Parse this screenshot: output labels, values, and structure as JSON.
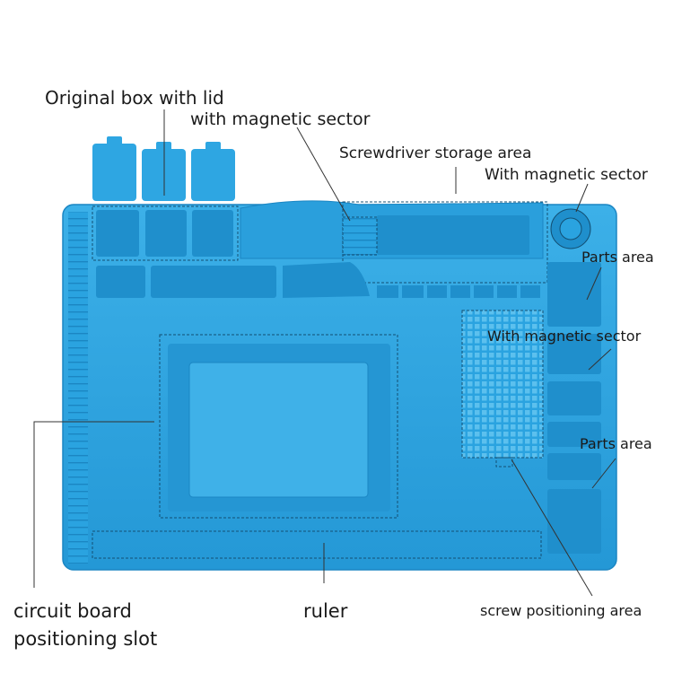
{
  "labels": {
    "original_box": "Original box with lid",
    "magnetic_sector_top": "with magnetic sector",
    "screwdriver_area": "Screwdriver storage area",
    "magnetic_sector_right": "With magnetic sector",
    "parts_area_top": "Parts area",
    "magnetic_sector_mid": "With magnetic sector",
    "parts_area_bottom": "Parts area",
    "circuit_board_line1": "circuit board",
    "circuit_board_line2": "positioning slot",
    "ruler": "ruler",
    "screw_positioning": "screw positioning area"
  },
  "colors": {
    "mat": "#2aa3e0",
    "mat_light": "#4bb7ea",
    "mat_dark": "#1b86c3",
    "leader": "#333333"
  }
}
